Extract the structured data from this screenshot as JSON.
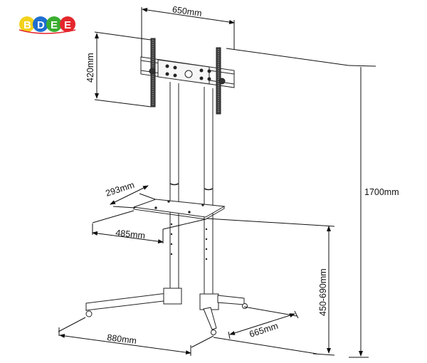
{
  "logo": {
    "letters": [
      "B",
      "D",
      "E",
      "E"
    ],
    "colors": [
      "#f2d21b",
      "#1f6fd0",
      "#3aae2f",
      "#e4262c"
    ]
  },
  "diagram": {
    "subject": "mobile TV floor stand with shelf",
    "dimensions": {
      "mount_width": "650mm",
      "mount_height": "420mm",
      "total_height": "1700mm",
      "shelf_depth": "293mm",
      "shelf_width": "485mm",
      "shelf_height_range": "450-690mm",
      "base_width": "880mm",
      "base_depth": "665mm"
    }
  }
}
